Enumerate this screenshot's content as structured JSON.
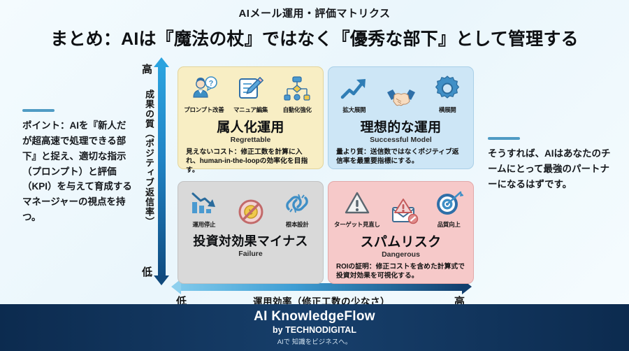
{
  "header": {
    "eyebrow": "AIメール運用・評価マトリクス",
    "title": "まとめ：AIは『魔法の杖』ではなく『優秀な部下』として管理する"
  },
  "left_note": {
    "text": "ポイント：AIを『新人だが超高速で処理できる部下』と捉え、適切な指示（プロンプト）と評価（KPI）を与えて育成するマネージャーの視点を持つ。"
  },
  "right_note": {
    "text": "そうすれば、AIはあなたのチームにとって最強のパートナーになるはずです。"
  },
  "axes": {
    "y_label": "成果の質（ポジティブ返信率）",
    "y_high": "高",
    "y_low": "低",
    "x_label": "運用効率（修正工数の少なさ）",
    "x_low": "低",
    "x_high": "高"
  },
  "quadrants": {
    "top_left": {
      "title": "属人化運用",
      "subtitle": "Regrettable",
      "description": "見えないコスト：修正工数を計算に入れ、human-in-the-loopの効率化を目指す。",
      "color": "#f8eec4",
      "icons": [
        {
          "name": "person-question-icon",
          "caption": "プロンプト改善"
        },
        {
          "name": "document-pencil-icon",
          "caption": "マニュア編集"
        },
        {
          "name": "flowchart-icon",
          "caption": "自動化強化"
        }
      ]
    },
    "top_right": {
      "title": "理想的な運用",
      "subtitle": "Successful Model",
      "description": "量より質：送信数ではなくポジティブ返信率を最重要指標にする。",
      "color": "#cde6f6",
      "icons": [
        {
          "name": "growth-arrow-icon",
          "caption": "拡大展開"
        },
        {
          "name": "handshake-icon",
          "caption": ""
        },
        {
          "name": "gear-icon",
          "caption": "横展開"
        }
      ]
    },
    "bottom_left": {
      "title": "投資対効果マイナス",
      "subtitle": "Failure",
      "description": "",
      "color": "#d9d9d9",
      "icons": [
        {
          "name": "declining-bar-chart-icon",
          "caption": "運用停止"
        },
        {
          "name": "no-money-icon",
          "caption": ""
        },
        {
          "name": "broken-link-icon",
          "caption": "根本設計"
        }
      ]
    },
    "bottom_right": {
      "title": "スパムリスク",
      "subtitle": "Dangerous",
      "description": "ROIの証明：修正コストを含めた計算式で投資対効果を可視化する。",
      "color": "#f6c9c9",
      "icons": [
        {
          "name": "warning-triangle-icon",
          "caption": "ターゲット見直し"
        },
        {
          "name": "spam-mail-icon",
          "caption": ""
        },
        {
          "name": "target-dart-icon",
          "caption": "品質向上"
        }
      ]
    }
  },
  "footer": {
    "brand": "AI KnowledgeFlow",
    "by": "by TECHNODIGITAL",
    "tagline": "AIで 知識をビジネスへ。"
  }
}
